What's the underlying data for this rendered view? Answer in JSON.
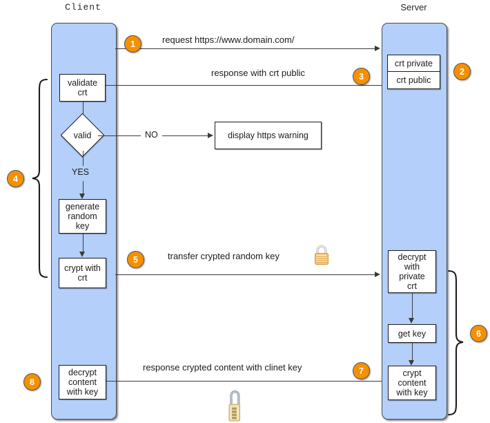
{
  "diagram": {
    "title_client": "Client",
    "title_server": "Server",
    "accent_badge_color": "#f59000",
    "lane_color": "#b3cffa"
  },
  "badges": {
    "b1": "1",
    "b2": "2",
    "b3": "3",
    "b4": "4",
    "b5": "5",
    "b6": "6",
    "b7": "7",
    "b8": "8"
  },
  "messages": {
    "request": "request https://www.domain.com/",
    "response_crt_public": "response with crt public",
    "transfer_key": "transfer crypted random key",
    "response_content": "response crypted content with clinet key"
  },
  "client_steps": {
    "validate_crt_l1": "validate",
    "validate_crt_l2": "crt",
    "decision": "valid",
    "branch_no": "NO",
    "branch_yes": "YES",
    "generate_l1": "generate",
    "generate_l2": "random",
    "generate_l3": "key",
    "crypt_l1": "crypt with",
    "crypt_l2": "crt",
    "decrypt_l1": "decrypt",
    "decrypt_l2": "content",
    "decrypt_l3": "with key"
  },
  "server_steps": {
    "crt_private": "crt private",
    "crt_public": "crt public",
    "decrypt_l1": "decrypt",
    "decrypt_l2": "with",
    "decrypt_l3": "private",
    "decrypt_l4": "crt",
    "get_key": "get key",
    "crypt_l1": "crypt",
    "crypt_l2": "content",
    "crypt_l3": "with key"
  },
  "external": {
    "https_warning": "display https warning"
  },
  "icons": {
    "locked_padlock": "padlock-closed-icon",
    "unlocked_padlock": "padlock-combination-icon"
  }
}
